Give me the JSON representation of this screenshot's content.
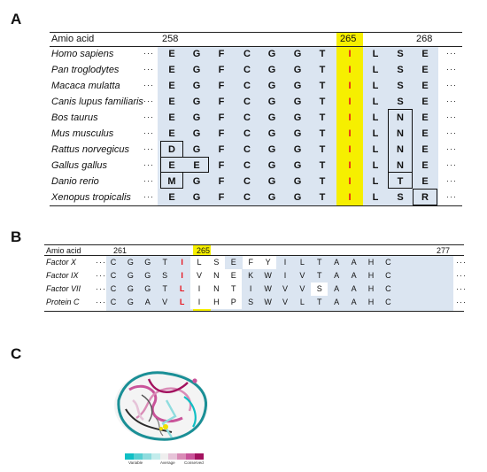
{
  "panels": {
    "a": "A",
    "b": "B",
    "c": "C"
  },
  "panel_a": {
    "header_label": "Amio acid",
    "positions": [
      "258",
      "265",
      "268"
    ],
    "ellipsis": "···",
    "rows": [
      {
        "species": "Homo sapiens",
        "seq": [
          "E",
          "G",
          "F",
          "C",
          "G",
          "G",
          "T",
          "I",
          "L",
          "S",
          "E"
        ]
      },
      {
        "species": "Pan troglodytes",
        "seq": [
          "E",
          "G",
          "F",
          "C",
          "G",
          "G",
          "T",
          "I",
          "L",
          "S",
          "E"
        ]
      },
      {
        "species": "Macaca mulatta",
        "seq": [
          "E",
          "G",
          "F",
          "C",
          "G",
          "G",
          "T",
          "I",
          "L",
          "S",
          "E"
        ]
      },
      {
        "species": "Canis lupus familiaris",
        "seq": [
          "E",
          "G",
          "F",
          "C",
          "G",
          "G",
          "T",
          "I",
          "L",
          "S",
          "E"
        ]
      },
      {
        "species": "Bos taurus",
        "seq": [
          "E",
          "G",
          "F",
          "C",
          "G",
          "G",
          "T",
          "I",
          "L",
          "N",
          "E"
        ]
      },
      {
        "species": "Mus musculus",
        "seq": [
          "E",
          "G",
          "F",
          "C",
          "G",
          "G",
          "T",
          "I",
          "L",
          "N",
          "E"
        ]
      },
      {
        "species": "Rattus norvegicus",
        "seq": [
          "D",
          "G",
          "F",
          "C",
          "G",
          "G",
          "T",
          "I",
          "L",
          "N",
          "E"
        ]
      },
      {
        "species": "Gallus gallus",
        "seq": [
          "E",
          "E",
          "F",
          "C",
          "G",
          "G",
          "T",
          "I",
          "L",
          "N",
          "E"
        ]
      },
      {
        "species": "Danio rerio",
        "seq": [
          "M",
          "G",
          "F",
          "C",
          "G",
          "G",
          "T",
          "I",
          "L",
          "T",
          "E"
        ]
      },
      {
        "species": "Xenopus tropicalis",
        "seq": [
          "E",
          "G",
          "F",
          "C",
          "G",
          "G",
          "T",
          "I",
          "L",
          "S",
          "R"
        ]
      }
    ]
  },
  "panel_b": {
    "header_label": "Amio acid",
    "positions": [
      "261",
      "265",
      "277"
    ],
    "ellipsis": "···",
    "rows": [
      {
        "factor": "Factor X",
        "seq": [
          "C",
          "G",
          "G",
          "T",
          "I",
          "L",
          "S",
          "E",
          "F",
          "Y",
          "I",
          "L",
          "T",
          "A",
          "A",
          "H",
          "C"
        ]
      },
      {
        "factor": "Factor IX",
        "seq": [
          "C",
          "G",
          "G",
          "S",
          "I",
          "V",
          "N",
          "E",
          "K",
          "W",
          "I",
          "V",
          "T",
          "A",
          "A",
          "H",
          "C"
        ]
      },
      {
        "factor": "Factor VII",
        "seq": [
          "C",
          "G",
          "G",
          "T",
          "L",
          "I",
          "N",
          "T",
          "I",
          "W",
          "V",
          "V",
          "S",
          "A",
          "A",
          "H",
          "C"
        ]
      },
      {
        "factor": "Protein C",
        "seq": [
          "C",
          "G",
          "A",
          "V",
          "L",
          "I",
          "H",
          "P",
          "S",
          "W",
          "V",
          "L",
          "T",
          "A",
          "A",
          "H",
          "C"
        ]
      }
    ]
  },
  "panel_c": {
    "legend_labels": [
      "Variable",
      "Average",
      "Conserved"
    ],
    "legend_colors": [
      "#10bfc4",
      "#56cfd2",
      "#8fdcde",
      "#c3ecec",
      "#eeeeee",
      "#e6c3d8",
      "#d98bb6",
      "#c9549a",
      "#a3125f"
    ]
  }
}
